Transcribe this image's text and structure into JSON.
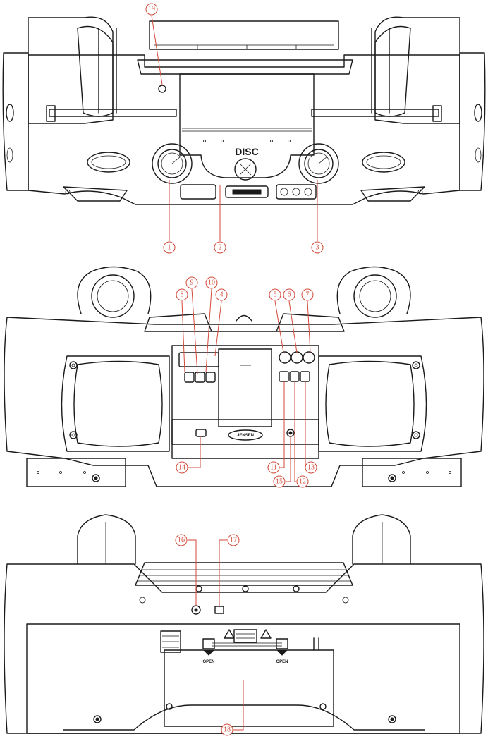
{
  "views": [
    {
      "name": "front-view",
      "callouts": [
        "19",
        "1",
        "2",
        "3"
      ]
    },
    {
      "name": "top-view",
      "callouts": [
        "8",
        "9",
        "10",
        "4",
        "5",
        "6",
        "7",
        "14",
        "11",
        "13",
        "15",
        "12"
      ]
    },
    {
      "name": "back-view",
      "callouts": [
        "16",
        "17",
        "18"
      ]
    }
  ],
  "device_text": {
    "disc_logo": "DISC",
    "brand_logo": "JENSEN",
    "open_left": "OPEN",
    "open_right": "OPEN"
  },
  "colors": {
    "callout": "#d24a3a",
    "line": "#1a1a1a",
    "background": "#ffffff"
  }
}
